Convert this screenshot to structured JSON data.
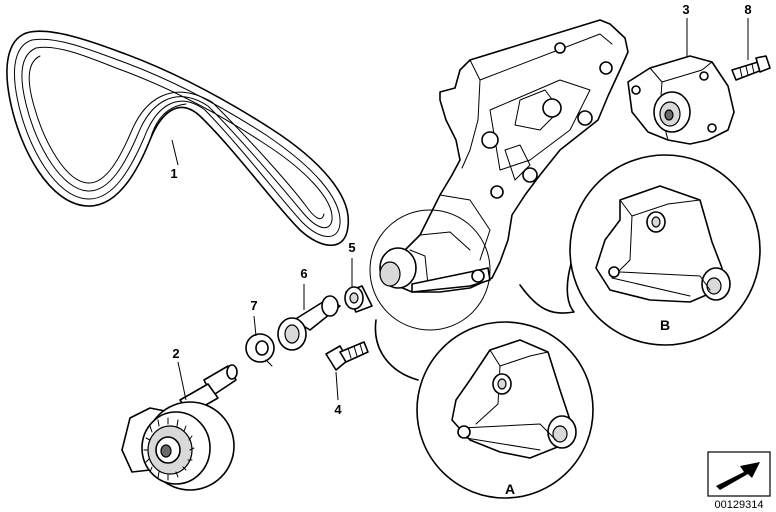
{
  "callouts": {
    "c1": "1",
    "c2": "2",
    "c3": "3",
    "c4": "4",
    "c5": "5",
    "c6": "6",
    "c7": "7",
    "c8": "8"
  },
  "details": {
    "a": "A",
    "b": "B"
  },
  "diagram_number": "00129314"
}
